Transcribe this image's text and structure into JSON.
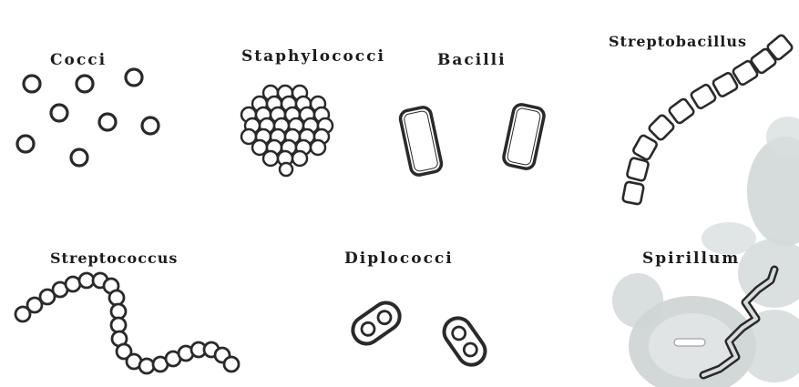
{
  "labels": {
    "cocci": "Cocci",
    "staphylococci": "Staphylococci",
    "bacilli": "Bacilli",
    "streptobacillus": "Streptobacillus",
    "streptococcus": "Streptococcus",
    "diplococci": "Diplococci",
    "spirillum": "Spirillum"
  },
  "colors": {
    "stroke": "#2a2a2a",
    "cell_fill": "#ffffff",
    "background_blob": "#c9d0d0",
    "background_blob_light": "#e4e8e8"
  }
}
